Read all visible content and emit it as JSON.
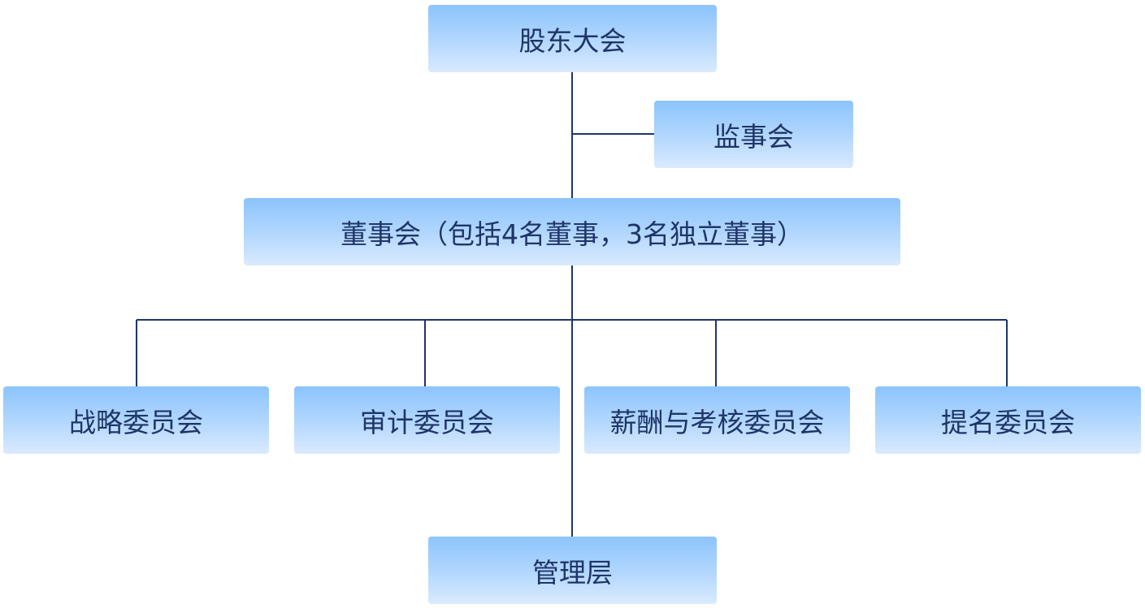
{
  "nodes": {
    "shareholders_meeting": "股东大会",
    "supervisory_board": "监事会",
    "board_of_directors": "董事会（包括4名董事，3名独立董事）",
    "strategy_committee": "战略委员会",
    "audit_committee": "审计委员会",
    "remuneration_committee": "薪酬与考核委员会",
    "nomination_committee": "提名委员会",
    "management": "管理层"
  },
  "colors": {
    "line": "#1f3569",
    "text": "#1f3569",
    "box_top": "#8cc4fd",
    "box_bottom": "#d9eafe"
  }
}
